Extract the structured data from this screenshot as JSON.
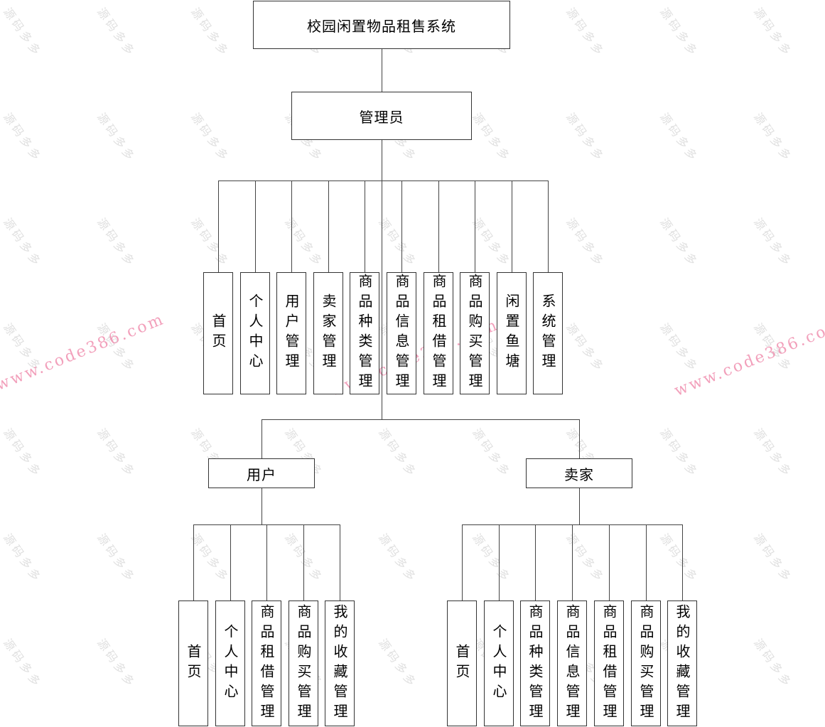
{
  "diagram": {
    "root": {
      "label": "校园闲置物品租售系统"
    },
    "admin": {
      "label": "管理员",
      "children": [
        {
          "label": "首页"
        },
        {
          "label": "个人中心"
        },
        {
          "label": "用户管理"
        },
        {
          "label": "卖家管理"
        },
        {
          "label": "商品种类管理"
        },
        {
          "label": "商品信息管理"
        },
        {
          "label": "商品租借管理"
        },
        {
          "label": "商品购买管理"
        },
        {
          "label": "闲置鱼塘"
        },
        {
          "label": "系统管理"
        }
      ]
    },
    "user": {
      "label": "用户",
      "children": [
        {
          "label": "首页"
        },
        {
          "label": "个人中心"
        },
        {
          "label": "商品租借管理"
        },
        {
          "label": "商品购买管理"
        },
        {
          "label": "我的收藏管理"
        }
      ]
    },
    "seller": {
      "label": "卖家",
      "children": [
        {
          "label": "首页"
        },
        {
          "label": "个人中心"
        },
        {
          "label": "商品种类管理"
        },
        {
          "label": "商品信息管理"
        },
        {
          "label": "商品租借管理"
        },
        {
          "label": "商品购买管理"
        },
        {
          "label": "我的收藏管理"
        }
      ]
    }
  },
  "watermark": {
    "text": "源码多多",
    "url": "www.code386.com"
  },
  "colors": {
    "line": "#444444",
    "border": "#333333",
    "watermark_text": "#e0e0e0",
    "watermark_url": "#f090b0"
  }
}
